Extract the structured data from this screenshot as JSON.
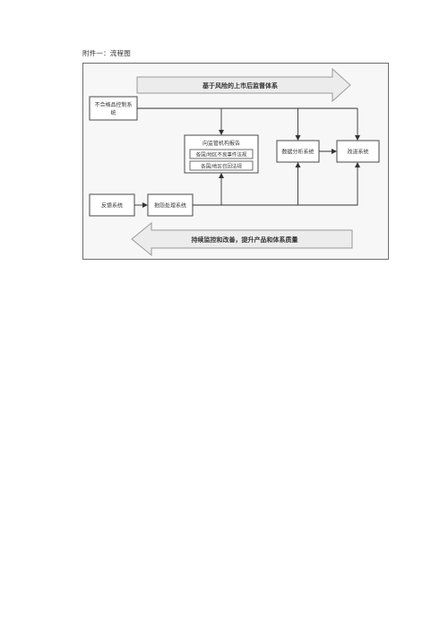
{
  "caption": "附件一：流程图",
  "diagram": {
    "top_arrow_label": "基于风险的上市后监督体系",
    "bottom_arrow_label": "持续监控和改善，提升产品和体系质量",
    "nodes": {
      "nonconforming_line1": "不合格品控制系",
      "nonconforming_line2": "统",
      "report_title": "向监管机构报告",
      "report_sub1": "各国/地区不良事件法规",
      "report_sub2": "各国/地区召回法规",
      "data_analysis": "数据分析系统",
      "improvement": "改进系统",
      "feedback": "反馈系统",
      "complaint": "抱怨处理系统"
    }
  },
  "colors": {
    "arrow_fill": "#ececec",
    "arrow_stroke": "#9a9a9a",
    "box_stroke": "#4a4a4a",
    "line": "#333333"
  }
}
